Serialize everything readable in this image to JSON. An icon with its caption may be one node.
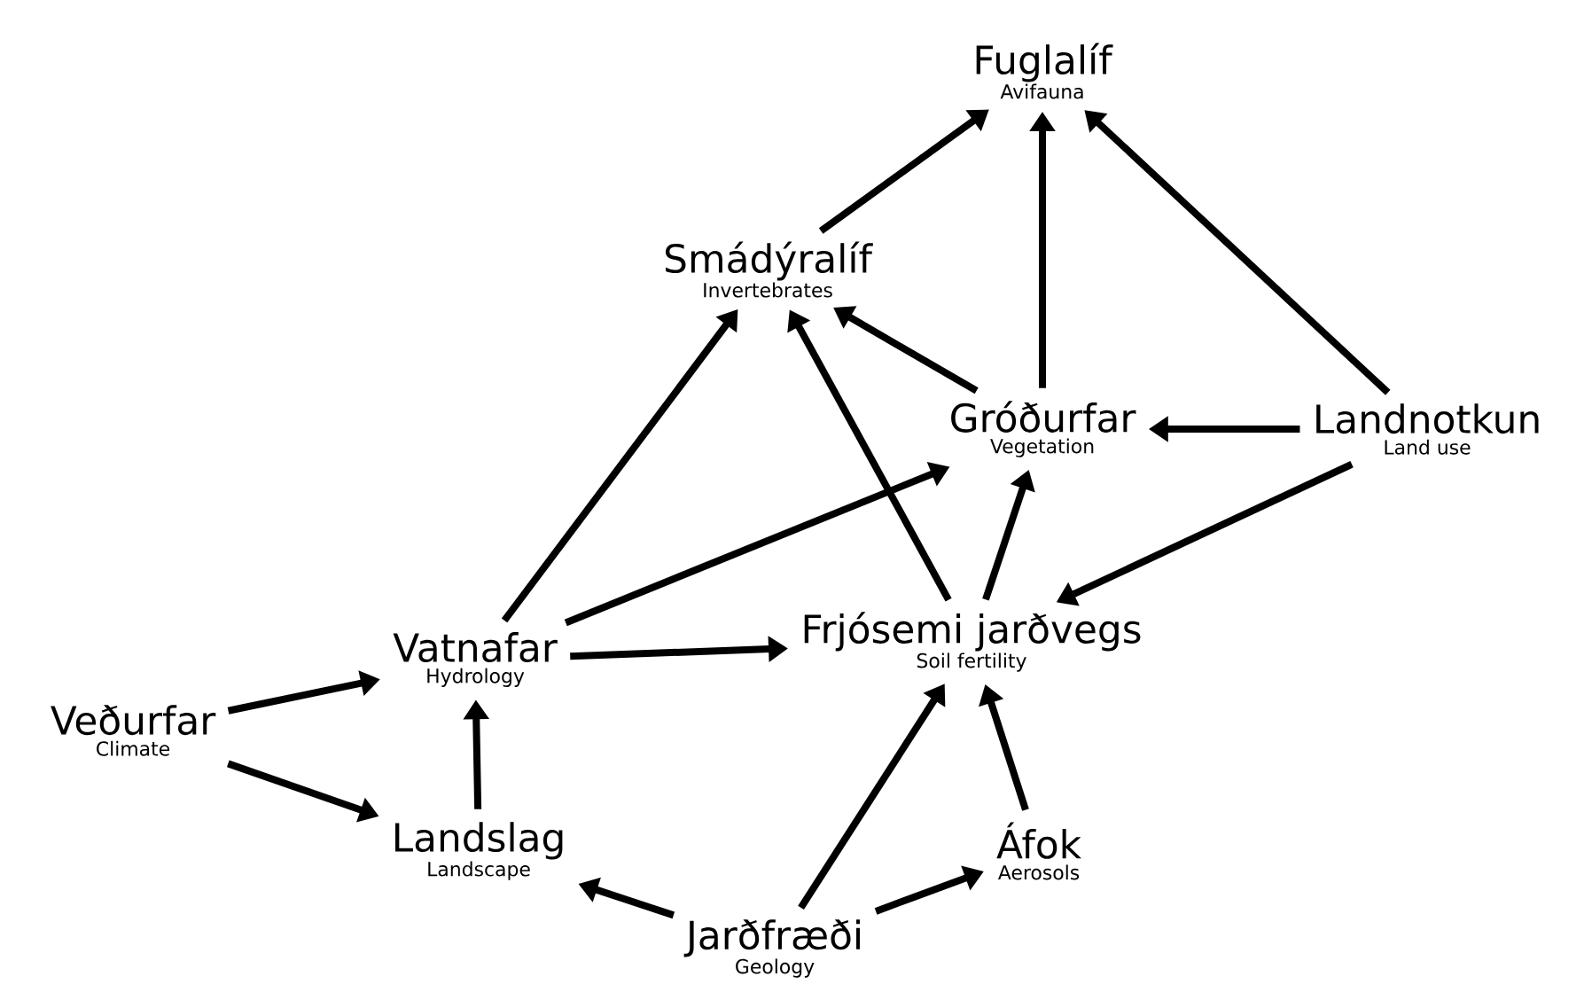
{
  "diagram": {
    "nodes": [
      {
        "text": [
          "Fuglalíf",
          "Avifauna"
        ]
      },
      {
        "text": [
          "Smádýralíf",
          "Invertebrates"
        ]
      },
      {
        "text": [
          "Gróðurfar",
          "Vegetation"
        ]
      },
      {
        "text": [
          "Landnotkun",
          "Land use"
        ]
      },
      {
        "text": [
          "Vatnafar",
          "Hydrology"
        ]
      },
      {
        "text": [
          "Frjósemi jarðvegs",
          "Soil fertility"
        ]
      },
      {
        "text": [
          "Veðurfar",
          "Climate"
        ]
      },
      {
        "text": [
          "Landslag",
          "Landscape"
        ]
      },
      {
        "text": [
          "Áfok",
          "Aerosols"
        ]
      },
      {
        "text": [
          "Jarðfræði",
          "Geology"
        ]
      }
    ],
    "edges": [
      {
        "from": 1,
        "to": 0,
        "arrow": "to"
      },
      {
        "from": 2,
        "to": 0,
        "arrow": "to"
      },
      {
        "from": 3,
        "to": 0,
        "arrow": "to"
      },
      {
        "from": 2,
        "to": 1,
        "arrow": "to"
      },
      {
        "from": 3,
        "to": 2,
        "arrow": "to"
      },
      {
        "from": 3,
        "to": 5,
        "arrow": "to"
      },
      {
        "from": 5,
        "to": 2,
        "arrow": "to"
      },
      {
        "from": 5,
        "to": 1,
        "arrow": "to"
      },
      {
        "from": 4,
        "to": 1,
        "arrow": "to"
      },
      {
        "from": 4,
        "to": 2,
        "arrow": "to"
      },
      {
        "from": 4,
        "to": 5,
        "arrow": "to"
      },
      {
        "from": 6,
        "to": 4,
        "arrow": "to"
      },
      {
        "from": 6,
        "to": 7,
        "arrow": "to"
      },
      {
        "from": 7,
        "to": 4,
        "arrow": "to"
      },
      {
        "from": 9,
        "to": 7,
        "arrow": "to"
      },
      {
        "from": 9,
        "to": 5,
        "arrow": "to"
      },
      {
        "from": 9,
        "to": 8,
        "arrow": "to"
      },
      {
        "from": 8,
        "to": 5,
        "arrow": "to"
      }
    ]
  }
}
